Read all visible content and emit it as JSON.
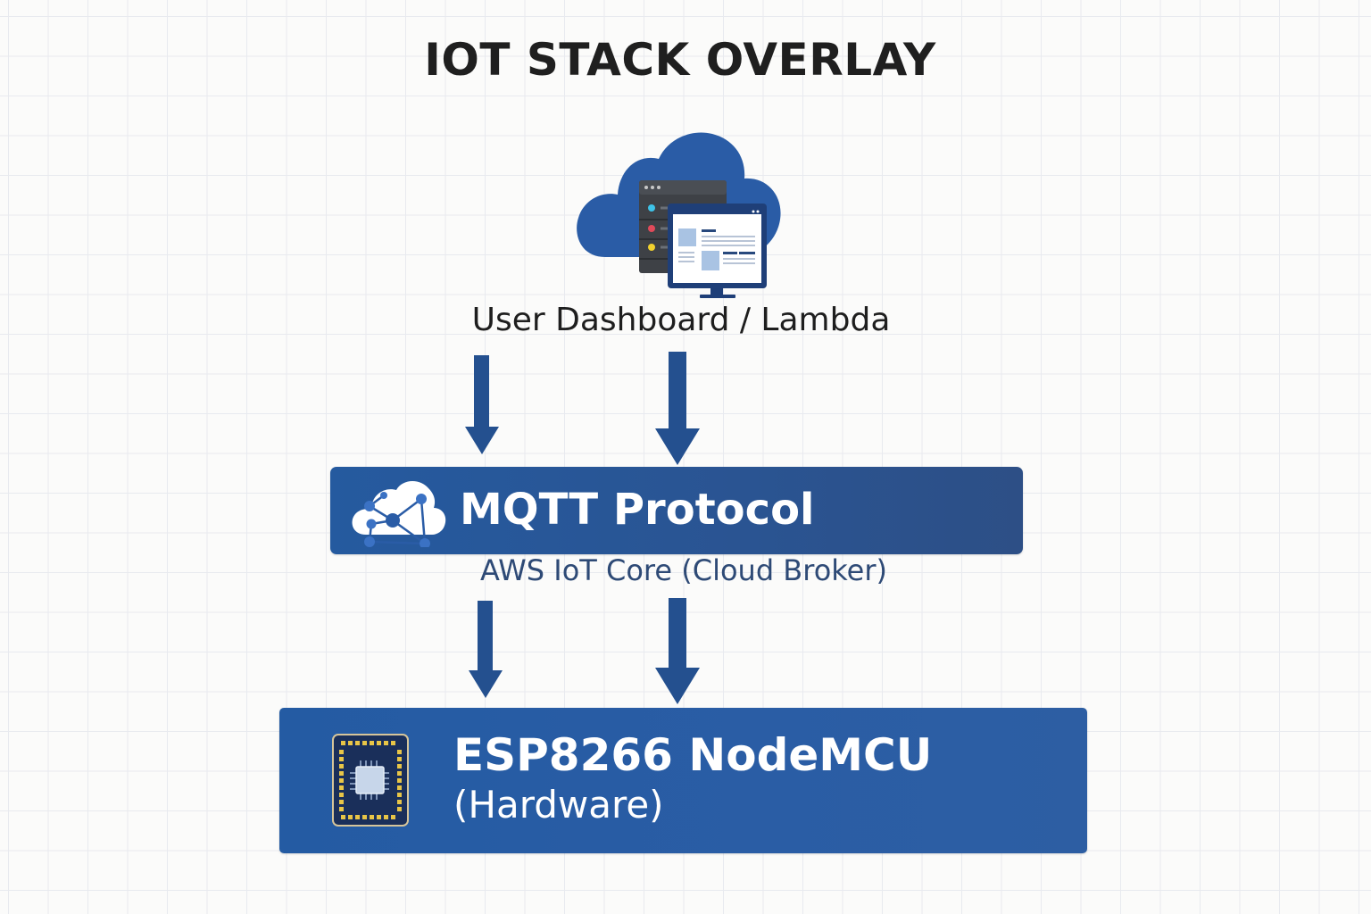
{
  "title": "IOT STACK OVERLAY",
  "layers": {
    "top": {
      "label": "User Dashboard / Lambda",
      "icon": "cloud-dashboard-icon"
    },
    "middle": {
      "title": "MQTT Protocol",
      "subtitle": "AWS IoT Core (Cloud Broker)",
      "icon": "cloud-network-icon"
    },
    "bottom": {
      "title": "ESP8266 NodeMCU",
      "subtitle": "(Hardware)",
      "icon": "microchip-icon"
    }
  },
  "colors": {
    "accent_blue": "#2a5a9e",
    "arrow_blue": "#24508f",
    "text_dark": "#1e1e1e"
  }
}
